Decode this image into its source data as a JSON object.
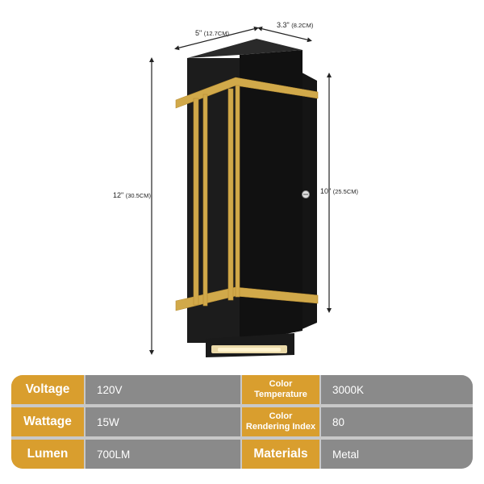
{
  "dimensions": {
    "width": "5\"",
    "width_metric": "(12.7CM)",
    "depth": "3.3\"",
    "depth_metric": "(8.2CM)",
    "height": "12\"",
    "height_metric": "(30.5CM)",
    "backplate_height": "10\"",
    "backplate_metric": "(25.5CM)"
  },
  "specs": [
    {
      "label": "Voltage",
      "value": "120V",
      "label2": "Color\nTemperature",
      "value2": "3000K"
    },
    {
      "label": "Wattage",
      "value": "15W",
      "label2": "Color\nRendering Index",
      "value2": "80"
    },
    {
      "label": "Lumen",
      "value": "700LM",
      "label2": "Materials",
      "value2": "Metal"
    }
  ],
  "colors": {
    "label_bg": "#d99e2e",
    "value_bg": "#8a8a8a",
    "fixture_body": "#1c1c1c",
    "frame_gold": "#d1a94a"
  }
}
